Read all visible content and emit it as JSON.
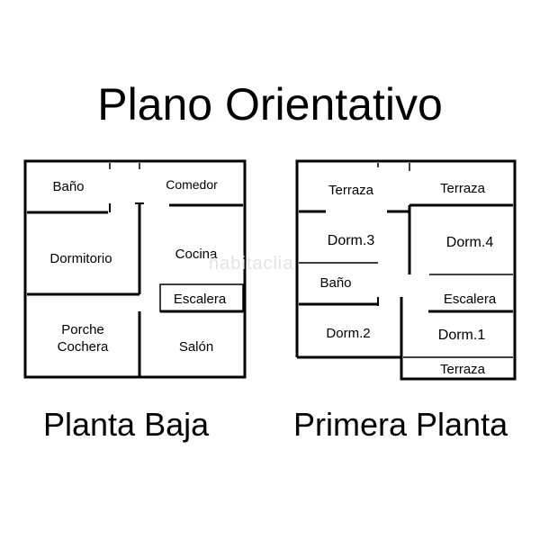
{
  "title": "Plano Orientativo",
  "captions": {
    "ground": "Planta Baja",
    "first": "Primera Planta"
  },
  "watermark": "habitaclia",
  "colors": {
    "lines": "#000000",
    "background": "#ffffff",
    "watermark": "#e3e3e3"
  },
  "ground_floor": {
    "bano": "Baño",
    "comedor": "Comedor",
    "dormitorio": "Dormitorio",
    "cocina": "Cocina",
    "escalera": "Escalera",
    "porche_line1": "Porche",
    "porche_line2": "Cochera",
    "salon": "Salón"
  },
  "first_floor": {
    "terraza_left": "Terraza",
    "terraza_right": "Terraza",
    "dorm3": "Dorm.3",
    "dorm4": "Dorm.4",
    "bano": "Baño",
    "escalera": "Escalera",
    "dorm2": "Dorm.2",
    "dorm1": "Dorm.1",
    "terraza_bottom": "Terraza"
  }
}
